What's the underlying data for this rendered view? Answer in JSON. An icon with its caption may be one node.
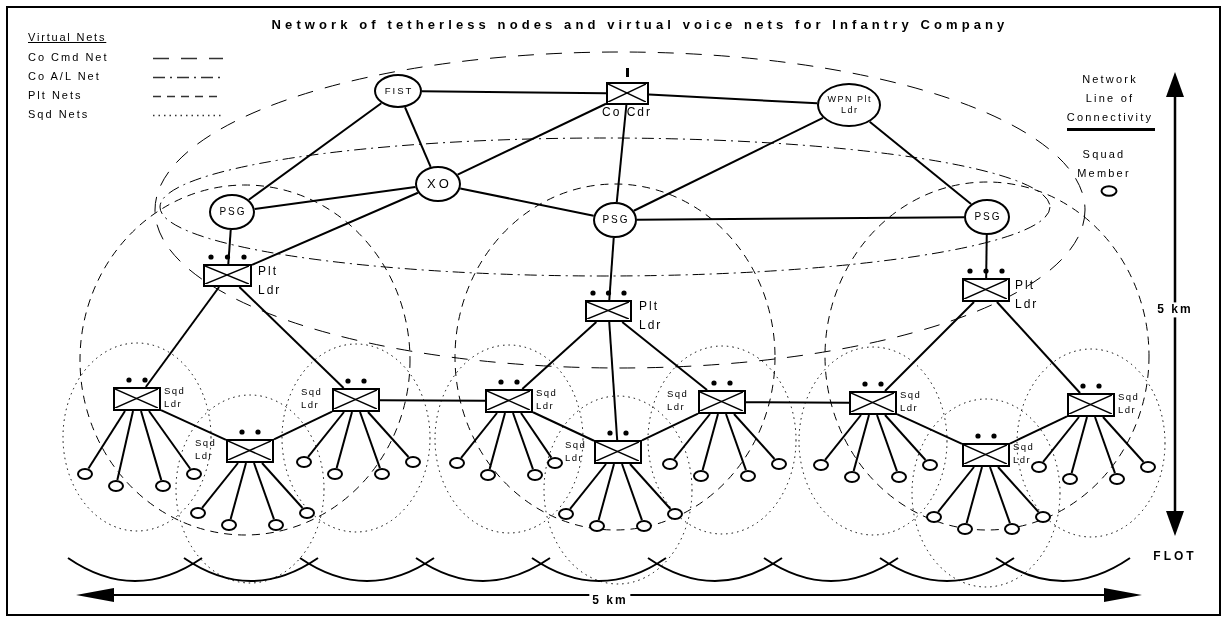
{
  "diagram": {
    "title": "Network of tetherless nodes and virtual voice nets for Infantry Company",
    "nodes": [
      {
        "text": [
          "FIST"
        ]
      },
      {
        "text": [
          "Co Cdr"
        ]
      },
      {
        "text": [
          "WPN Plt Ldr"
        ]
      },
      {
        "text": [
          "XO"
        ]
      },
      {
        "text": [
          "PSG"
        ]
      },
      {
        "text": [
          "PSG"
        ]
      },
      {
        "text": [
          "PSG"
        ]
      },
      {
        "text": [
          "Plt Ldr"
        ]
      },
      {
        "text": [
          "Plt Ldr"
        ]
      },
      {
        "text": [
          "Plt Ldr"
        ]
      },
      {
        "text": [
          "Sqd Ldr"
        ]
      },
      {
        "text": [
          "Sqd Ldr"
        ]
      },
      {
        "text": [
          "Sqd Ldr"
        ]
      },
      {
        "text": [
          "Sqd Ldr"
        ]
      },
      {
        "text": [
          "Sqd Ldr"
        ]
      },
      {
        "text": [
          "Sqd Ldr"
        ]
      },
      {
        "text": [
          "Sqd Ldr"
        ]
      },
      {
        "text": [
          "Sqd Ldr"
        ]
      },
      {
        "text": [
          "Sqd Ldr"
        ]
      },
      {
        "text": [],
        "shape": "circle"
      },
      {
        "text": [],
        "shape": "circle"
      },
      {
        "text": [],
        "shape": "circle"
      },
      {
        "text": [],
        "shape": "circle"
      },
      {
        "text": [],
        "shape": "circle"
      },
      {
        "text": [],
        "shape": "circle"
      },
      {
        "text": [],
        "shape": "circle"
      },
      {
        "text": [],
        "shape": "circle"
      },
      {
        "text": [],
        "shape": "circle"
      },
      {
        "text": [],
        "shape": "circle"
      },
      {
        "text": [],
        "shape": "circle"
      },
      {
        "text": [],
        "shape": "circle"
      },
      {
        "text": [],
        "shape": "circle"
      },
      {
        "text": [],
        "shape": "circle"
      },
      {
        "text": [],
        "shape": "circle"
      },
      {
        "text": [],
        "shape": "circle"
      },
      {
        "text": [],
        "shape": "circle"
      },
      {
        "text": [],
        "shape": "circle"
      },
      {
        "text": [],
        "shape": "circle"
      },
      {
        "text": [],
        "shape": "circle"
      },
      {
        "text": [],
        "shape": "circle"
      },
      {
        "text": [],
        "shape": "circle"
      },
      {
        "text": [],
        "shape": "circle"
      },
      {
        "text": [],
        "shape": "circle"
      },
      {
        "text": [],
        "shape": "circle"
      },
      {
        "text": [],
        "shape": "circle"
      },
      {
        "text": [],
        "shape": "circle"
      },
      {
        "text": [],
        "shape": "circle"
      },
      {
        "text": [],
        "shape": "circle"
      },
      {
        "text": [],
        "shape": "circle"
      },
      {
        "text": [],
        "shape": "circle"
      },
      {
        "text": [],
        "shape": "circle"
      },
      {
        "text": [],
        "shape": "circle"
      },
      {
        "text": [],
        "shape": "circle"
      },
      {
        "text": [],
        "shape": "circle"
      },
      {
        "text": [],
        "shape": "circle"
      }
    ],
    "edges": [
      {
        "from": 0,
        "to": 1,
        "arrow": "none"
      },
      {
        "from": 1,
        "to": 2,
        "arrow": "none"
      },
      {
        "from": 0,
        "to": 4,
        "arrow": "none"
      },
      {
        "from": 0,
        "to": 3,
        "arrow": "none"
      },
      {
        "from": 3,
        "to": 1,
        "arrow": "none"
      },
      {
        "from": 3,
        "to": 4,
        "arrow": "none"
      },
      {
        "from": 3,
        "to": 5,
        "arrow": "none"
      },
      {
        "from": 3,
        "to": 7,
        "arrow": "none"
      },
      {
        "from": 1,
        "to": 5,
        "arrow": "none"
      },
      {
        "from": 2,
        "to": 5,
        "arrow": "none"
      },
      {
        "from": 2,
        "to": 6,
        "arrow": "none"
      },
      {
        "from": 5,
        "to": 6,
        "arrow": "none"
      },
      {
        "from": 4,
        "to": 7,
        "arrow": "none"
      },
      {
        "from": 5,
        "to": 8,
        "arrow": "none"
      },
      {
        "from": 6,
        "to": 9,
        "arrow": "none"
      },
      {
        "from": 7,
        "to": 10,
        "arrow": "none"
      },
      {
        "from": 7,
        "to": 12,
        "arrow": "none"
      },
      {
        "from": 10,
        "to": 11,
        "arrow": "none"
      },
      {
        "from": 11,
        "to": 12,
        "arrow": "none"
      },
      {
        "from": 12,
        "to": 13,
        "arrow": "none"
      },
      {
        "from": 8,
        "to": 13,
        "arrow": "none"
      },
      {
        "from": 8,
        "to": 14,
        "arrow": "none"
      },
      {
        "from": 8,
        "to": 15,
        "arrow": "none"
      },
      {
        "from": 13,
        "to": 14,
        "arrow": "none"
      },
      {
        "from": 14,
        "to": 15,
        "arrow": "none"
      },
      {
        "from": 15,
        "to": 16,
        "arrow": "none"
      },
      {
        "from": 9,
        "to": 16,
        "arrow": "none"
      },
      {
        "from": 9,
        "to": 18,
        "arrow": "none"
      },
      {
        "from": 16,
        "to": 17,
        "arrow": "none"
      },
      {
        "from": 17,
        "to": 18,
        "arrow": "none"
      },
      {
        "from": 10,
        "to": 19,
        "arrow": "none"
      },
      {
        "from": 10,
        "to": 20,
        "arrow": "none"
      },
      {
        "from": 10,
        "to": 21,
        "arrow": "none"
      },
      {
        "from": 10,
        "to": 22,
        "arrow": "none"
      },
      {
        "from": 11,
        "to": 23,
        "arrow": "none"
      },
      {
        "from": 11,
        "to": 24,
        "arrow": "none"
      },
      {
        "from": 11,
        "to": 25,
        "arrow": "none"
      },
      {
        "from": 11,
        "to": 26,
        "arrow": "none"
      },
      {
        "from": 12,
        "to": 27,
        "arrow": "none"
      },
      {
        "from": 12,
        "to": 28,
        "arrow": "none"
      },
      {
        "from": 12,
        "to": 29,
        "arrow": "none"
      },
      {
        "from": 12,
        "to": 30,
        "arrow": "none"
      },
      {
        "from": 13,
        "to": 31,
        "arrow": "none"
      },
      {
        "from": 13,
        "to": 32,
        "arrow": "none"
      },
      {
        "from": 13,
        "to": 33,
        "arrow": "none"
      },
      {
        "from": 13,
        "to": 34,
        "arrow": "none"
      },
      {
        "from": 14,
        "to": 35,
        "arrow": "none"
      },
      {
        "from": 14,
        "to": 36,
        "arrow": "none"
      },
      {
        "from": 14,
        "to": 37,
        "arrow": "none"
      },
      {
        "from": 14,
        "to": 38,
        "arrow": "none"
      },
      {
        "from": 15,
        "to": 39,
        "arrow": "none"
      },
      {
        "from": 15,
        "to": 40,
        "arrow": "none"
      },
      {
        "from": 15,
        "to": 41,
        "arrow": "none"
      },
      {
        "from": 15,
        "to": 42,
        "arrow": "none"
      },
      {
        "from": 16,
        "to": 43,
        "arrow": "none"
      },
      {
        "from": 16,
        "to": 44,
        "arrow": "none"
      },
      {
        "from": 16,
        "to": 45,
        "arrow": "none"
      },
      {
        "from": 16,
        "to": 46,
        "arrow": "none"
      },
      {
        "from": 17,
        "to": 47,
        "arrow": "none"
      },
      {
        "from": 17,
        "to": 48,
        "arrow": "none"
      },
      {
        "from": 17,
        "to": 49,
        "arrow": "none"
      },
      {
        "from": 17,
        "to": 50,
        "arrow": "none"
      },
      {
        "from": 18,
        "to": 51,
        "arrow": "none"
      },
      {
        "from": 18,
        "to": 52,
        "arrow": "none"
      },
      {
        "from": 18,
        "to": 53,
        "arrow": "none"
      },
      {
        "from": 18,
        "to": 54,
        "arrow": "none"
      }
    ],
    "labels": [
      "Virtual Nets",
      "5 km",
      "FLOT",
      "5 km"
    ],
    "legend": [
      {
        "text": "Co Cmd Net"
      },
      {
        "text": "Co A/L Net"
      },
      {
        "text": "Plt Nets"
      },
      {
        "text": "Sqd Nets"
      },
      {
        "text": "Network Line of Connectivity"
      },
      {
        "text": "Squad Member"
      }
    ]
  }
}
